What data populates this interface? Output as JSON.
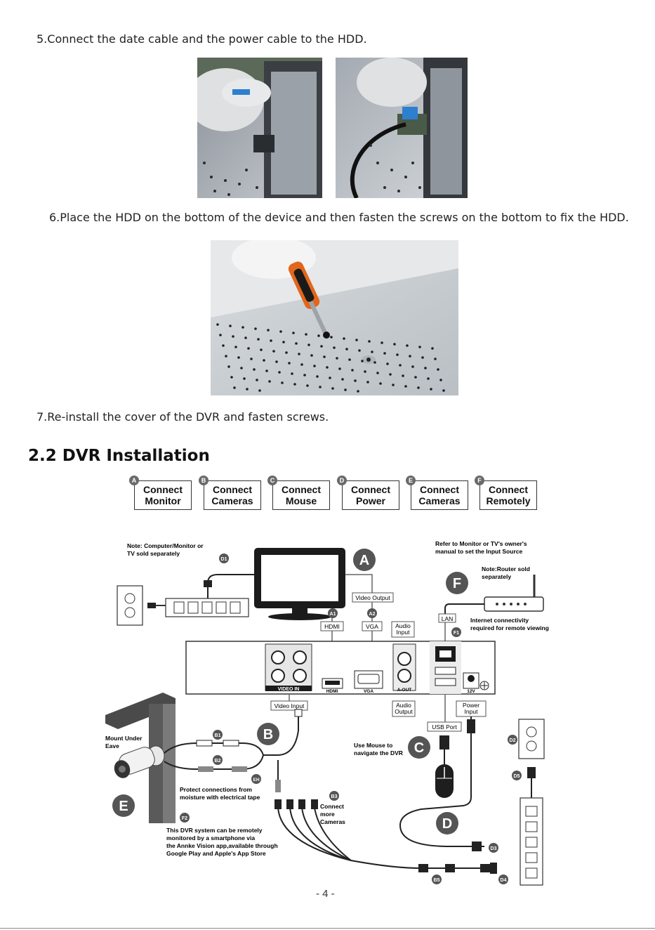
{
  "steps": {
    "step5": "5.Connect the date cable and the power cable to the HDD.",
    "step6": "6.Place the HDD on the bottom of the device and then fasten the screws on the bottom to fix the HDD.",
    "step7": "7.Re-install the cover of the DVR and fasten screws."
  },
  "section": {
    "title": "2.2 DVR Installation"
  },
  "install_steps": [
    {
      "letter": "A",
      "line1": "Connect",
      "line2": "Monitor"
    },
    {
      "letter": "B",
      "line1": "Connect",
      "line2": "Cameras"
    },
    {
      "letter": "C",
      "line1": "Connect",
      "line2": "Mouse"
    },
    {
      "letter": "D",
      "line1": "Connect",
      "line2": "Power"
    },
    {
      "letter": "E",
      "line1": "Connect",
      "line2": "Cameras"
    },
    {
      "letter": "F",
      "line1": "Connect",
      "line2": "Remotely"
    }
  ],
  "diagram": {
    "note_monitor_1": "Note: Computer/Monitor or",
    "note_monitor_2": "TV sold separately",
    "refer_1": "Refer to Monitor or TV's owner's",
    "refer_2": "manual to set the Input Source",
    "note_router_1": "Note:Router sold",
    "note_router_2": "separately",
    "internet_1": "Internet connectivity",
    "internet_2": "required for remote viewing",
    "video_output": "Video Output",
    "hdmi": "HDMI",
    "vga": "VGA",
    "audio_input_1": "Audio",
    "audio_input_2": "Input",
    "lan": "LAN",
    "video_in": "VIDEO IN",
    "a_out": "A-OUT",
    "v12": "12V",
    "video_input": "Video Input",
    "audio_output_1": "Audio",
    "audio_output_2": "Output",
    "power_input_1": "Power",
    "power_input_2": "Input",
    "usb_port": "USB Port",
    "mount_1": "Mount Under",
    "mount_2": "Eave",
    "use_mouse_1": "Use Mouse to",
    "use_mouse_2": "navigate the DVR",
    "protect_1": "Protect connections from",
    "protect_2": "moisture with electrical tape",
    "connect_more_1": "Connect",
    "connect_more_2": "more",
    "connect_more_3": "Cameras",
    "remote_1": "This DVR system can be remotely",
    "remote_2": "monitored by a smartphone via",
    "remote_3": "the Annke Vision app,available through",
    "remote_4": "Google Play and Apple's App Store",
    "big_a": "A",
    "big_b": "B",
    "big_c": "C",
    "big_d": "D",
    "big_e": "E",
    "big_f": "F",
    "tag_d1": "D1",
    "tag_a1": "A1",
    "tag_a2": "A2",
    "tag_f1": "F1",
    "tag_b1": "B1",
    "tag_b2": "B2",
    "tag_eh": "EH",
    "tag_b3": "B3",
    "tag_f2": "F2",
    "tag_d2": "D2",
    "tag_d5": "D5",
    "tag_d3": "D3",
    "tag_b5": "B5",
    "tag_d4": "D4"
  },
  "page": {
    "number": "- 4 -"
  }
}
